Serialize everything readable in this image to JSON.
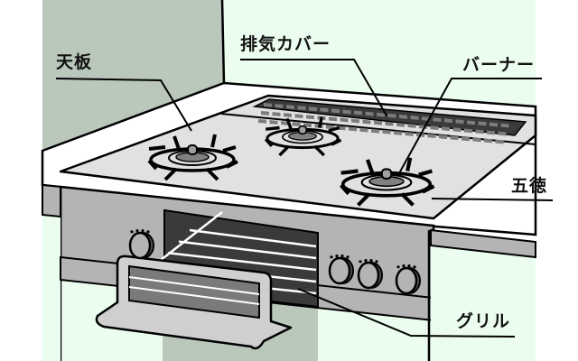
{
  "diagram": {
    "subject": "gas stove with grill",
    "labels": {
      "top_plate": "天板",
      "exhaust_cover": "排気カバー",
      "burner": "バーナー",
      "trivet": "五徳",
      "grill": "グリル"
    },
    "parts": {
      "burner_count": 3,
      "knob_count": 4
    },
    "colors": {
      "wall_left": "#bac8bc",
      "wall_right": "#ebfdee",
      "countertop": "#ffffff",
      "top_plate": "#e1e1e1",
      "panel": "#b4b4b4",
      "grill_dark": "#3a3a3a",
      "outline": "#000000",
      "cabinet": "#ebfdee"
    }
  }
}
